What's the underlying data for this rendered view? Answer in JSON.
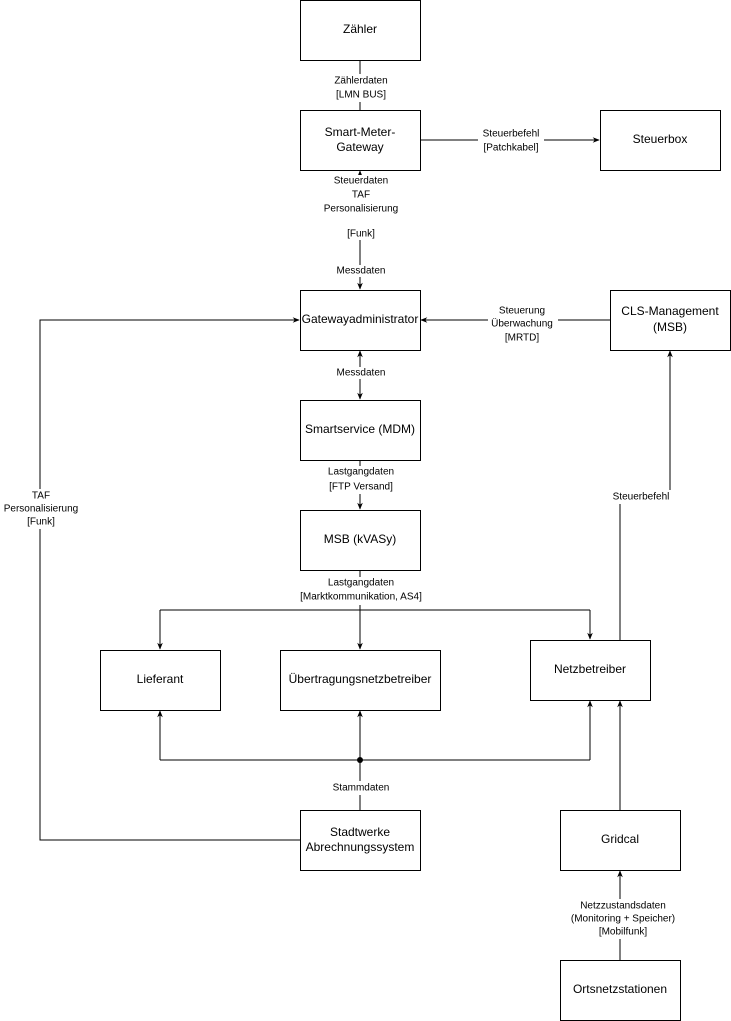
{
  "nodes": {
    "zaehler": "Zähler",
    "smgw": [
      "Smart-Meter-",
      "Gateway"
    ],
    "steuerbox": "Steuerbox",
    "gwa": "Gatewayadministrator",
    "cls": [
      "CLS-Management",
      "(MSB)"
    ],
    "smartservice": "Smartservice (MDM)",
    "msb": "MSB (kVASy)",
    "lieferant": "Lieferant",
    "uenb": "Übertragungsnetzbetreiber",
    "netzbetreiber": "Netzbetreiber",
    "stadtwerke": [
      "Stadtwerke",
      "Abrechnungssystem"
    ],
    "gridcal": "Gridcal",
    "ortsnetz": "Ortsnetzstationen"
  },
  "edges": {
    "zaehler_smgw": [
      "Zählerdaten",
      "[LMN BUS]"
    ],
    "smgw_steuerbox": [
      "Steuerbefehl",
      "[Patchkabel]"
    ],
    "gwa_smgw": [
      "Steuerdaten",
      "TAF",
      "Personalisierung",
      "[Funk]",
      "Messdaten"
    ],
    "cls_gwa": [
      "Steuerung",
      "Überwachung",
      "[MRTD]"
    ],
    "gwa_smartservice": "Messdaten",
    "smartservice_msb": [
      "Lastgangdaten",
      "[FTP Versand]"
    ],
    "msb_out": [
      "Lastgangdaten",
      "[Marktkommunikation, AS4]"
    ],
    "netzbetreiber_cls": "Steuerbefehl",
    "stadtwerke_stamm": "Stammdaten",
    "stadtwerke_gwa": [
      "TAF",
      "Personalisierung",
      "[Funk]"
    ],
    "ortsnetz_gridcal": [
      "Netzzustandsdaten",
      "(Monitoring + Speicher)",
      "[Mobilfunk]"
    ]
  }
}
